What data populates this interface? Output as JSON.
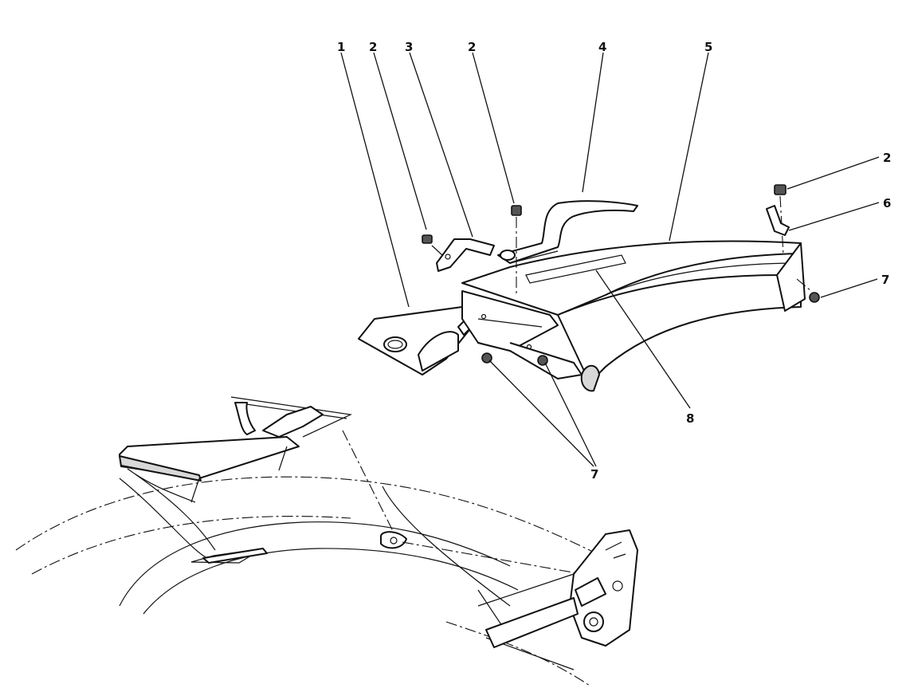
{
  "diagram": {
    "callouts": [
      {
        "id": "c1",
        "text": "1"
      },
      {
        "id": "c2a",
        "text": "2"
      },
      {
        "id": "c3",
        "text": "3"
      },
      {
        "id": "c2b",
        "text": "2"
      },
      {
        "id": "c4",
        "text": "4"
      },
      {
        "id": "c5",
        "text": "5"
      },
      {
        "id": "c2c",
        "text": "2"
      },
      {
        "id": "c6",
        "text": "6"
      },
      {
        "id": "c7a",
        "text": "7"
      },
      {
        "id": "c8",
        "text": "8"
      },
      {
        "id": "c7b",
        "text": "7"
      }
    ],
    "colors": {
      "ink": "#111111",
      "paper": "#ffffff"
    }
  }
}
